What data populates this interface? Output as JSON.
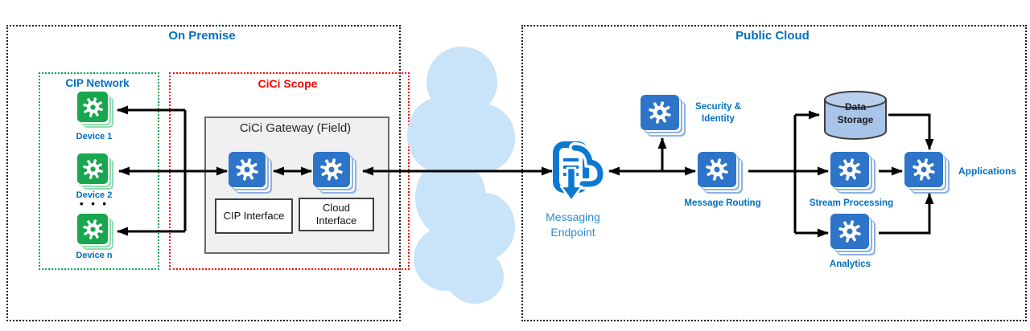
{
  "colors": {
    "accent_blue": "#0070C0",
    "icon_blue": "#2E74C8",
    "icon_green": "#18A64E",
    "endpoint_blue": "#0B79D2",
    "scope_red": "#FF0000",
    "network_green": "#00A651",
    "wan_cloud_fill": "#C9E3F8",
    "cylinder_fill": "#A9C4E9",
    "arrow_black": "#000000",
    "gateway_gray": "#F0F0F0"
  },
  "on_premise": {
    "title": "On Premise",
    "cip_network": {
      "title": "CIP Network",
      "devices": [
        "Device 1",
        "Device 2",
        "Device n"
      ],
      "ellipsis": "• • •"
    },
    "cici_scope": {
      "title": "CiCi Scope",
      "gateway": {
        "title": "CiCi Gateway (Field)",
        "cip_interface": "CIP Interface",
        "cloud_interface": "Cloud Interface"
      }
    }
  },
  "wan": {
    "messaging_endpoint_label": "Messaging\nEndpoint"
  },
  "public_cloud": {
    "title": "Public Cloud",
    "labels": {
      "security_identity": "Security &\nIdentity",
      "message_routing": "Message Routing",
      "data_storage": "Data\nStorage",
      "stream_processing": "Stream Processing",
      "analytics": "Analytics",
      "applications": "Applications"
    }
  }
}
